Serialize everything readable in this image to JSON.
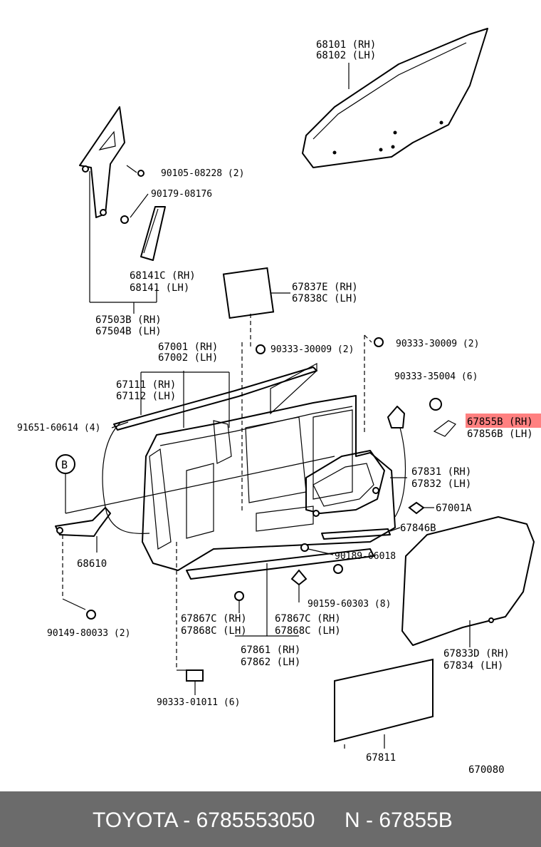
{
  "labels": {
    "l68101": "68101 (RH)",
    "l68102": "68102 (LH)",
    "l90105": "90105-08228 (2)",
    "l90179": "90179-08176",
    "l68141c": "68141C (RH)",
    "l68141": "68141   (LH)",
    "l67837e": "67837E (RH)",
    "l67838c": "67838C (LH)",
    "l67503b": "67503B (RH)",
    "l67504b": "67504B (LH)",
    "l90333a": "90333-30009 (2)",
    "l90333b": "90333-30009 (2)",
    "l67001": "67001 (RH)",
    "l67002": "67002 (LH)",
    "l90333c": "90333-35004 (6)",
    "l67111": "67111 (RH)",
    "l67112": "67112 (LH)",
    "l91651": "91651-60614 (4)",
    "l67855b": "67855B (RH)",
    "l67856b": "67856B (LH)",
    "lB": "B",
    "l67831": "67831 (RH)",
    "l67832": "67832 (LH)",
    "l67001a": "67001A",
    "l67846b": "67846B",
    "l68610": "68610",
    "l90189": "90189-06018",
    "l90159": "90159-60303 (8)",
    "l90149": "90149-80033 (2)",
    "l67867c1": "67867C (RH)",
    "l67868c1": "67868C (LH)",
    "l67867c2": "67867C (RH)",
    "l67868c2": "67868C (LH)",
    "l67861": "67861 (RH)",
    "l67862": "67862 (LH)",
    "l67833d": "67833D (RH)",
    "l67834": "67834   (LH)",
    "l90333d": "90333-01011 (6)",
    "l67811": "67811",
    "l670080": "670080"
  },
  "footer": {
    "brand_part": "TOYOTA - 6785553050",
    "reference": "N - 67855B"
  },
  "colors": {
    "highlight": "#ff8080",
    "footer_bg": "#6b6b6b"
  }
}
